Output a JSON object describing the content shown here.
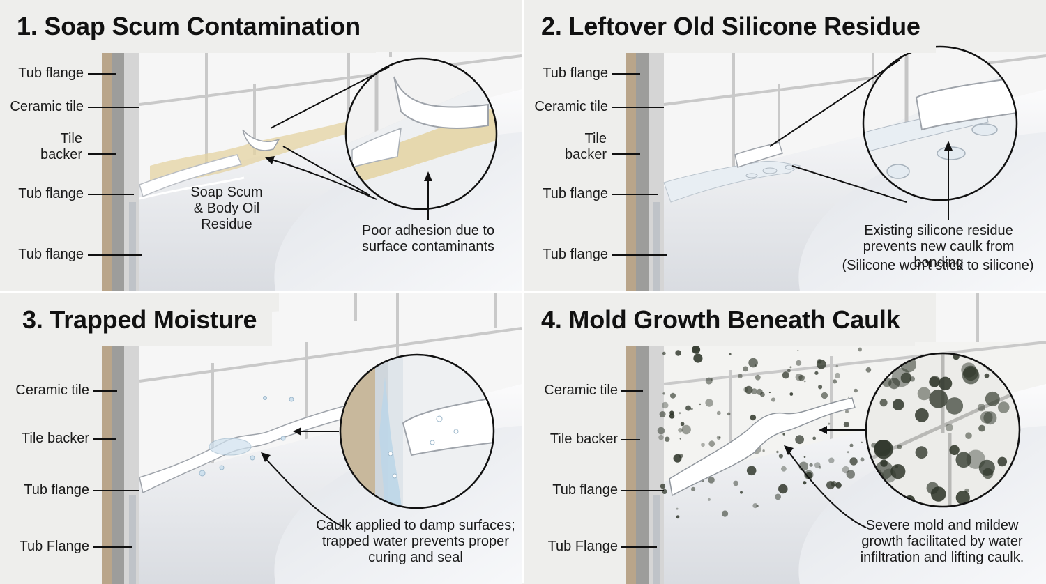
{
  "panels": [
    {
      "title": "1. Soap Scum Contamination",
      "labels": [
        "Tub flange",
        "Ceramic tile",
        "Tile backer",
        "Tub flange",
        "Tub flange"
      ],
      "callout_inline": "Soap Scum & Body Oil Residue",
      "callout": "Poor adhesion due to surface contaminants"
    },
    {
      "title": "2. Leftover Old Silicone Residue",
      "labels": [
        "Tub flange",
        "Ceramic tile",
        "Tile backer",
        "Tub flange",
        "Tub flange"
      ],
      "callout": "Existing silicone residue prevents new caulk from bonding",
      "callout_note": "(Silicone won't stick to silicone)"
    },
    {
      "title": "3. Trapped Moisture",
      "labels": [
        "Ceramic tile",
        "Tile backer",
        "Tub flange",
        "Tub Flange"
      ],
      "callout": "Caulk applied to damp surfaces; trapped water prevents proper curing and seal"
    },
    {
      "title": "4. Mold Growth Beneath Caulk",
      "labels": [
        "Ceramic tile",
        "Tile backer",
        "Tub flange",
        "Tub Flange"
      ],
      "callout": "Severe mold and mildew growth facilitated by water infiltration and lifting caulk."
    }
  ],
  "colors": {
    "wall_stud": "#b9a58a",
    "tile": "#f6f6f6",
    "grout": "#c9c9c9",
    "tub": "#f4f5f7",
    "tub_shadow": "#d4d7dc",
    "soap_scum": "#e4d3a2",
    "mold": "#2e3529",
    "water": "#bcd6e8"
  }
}
